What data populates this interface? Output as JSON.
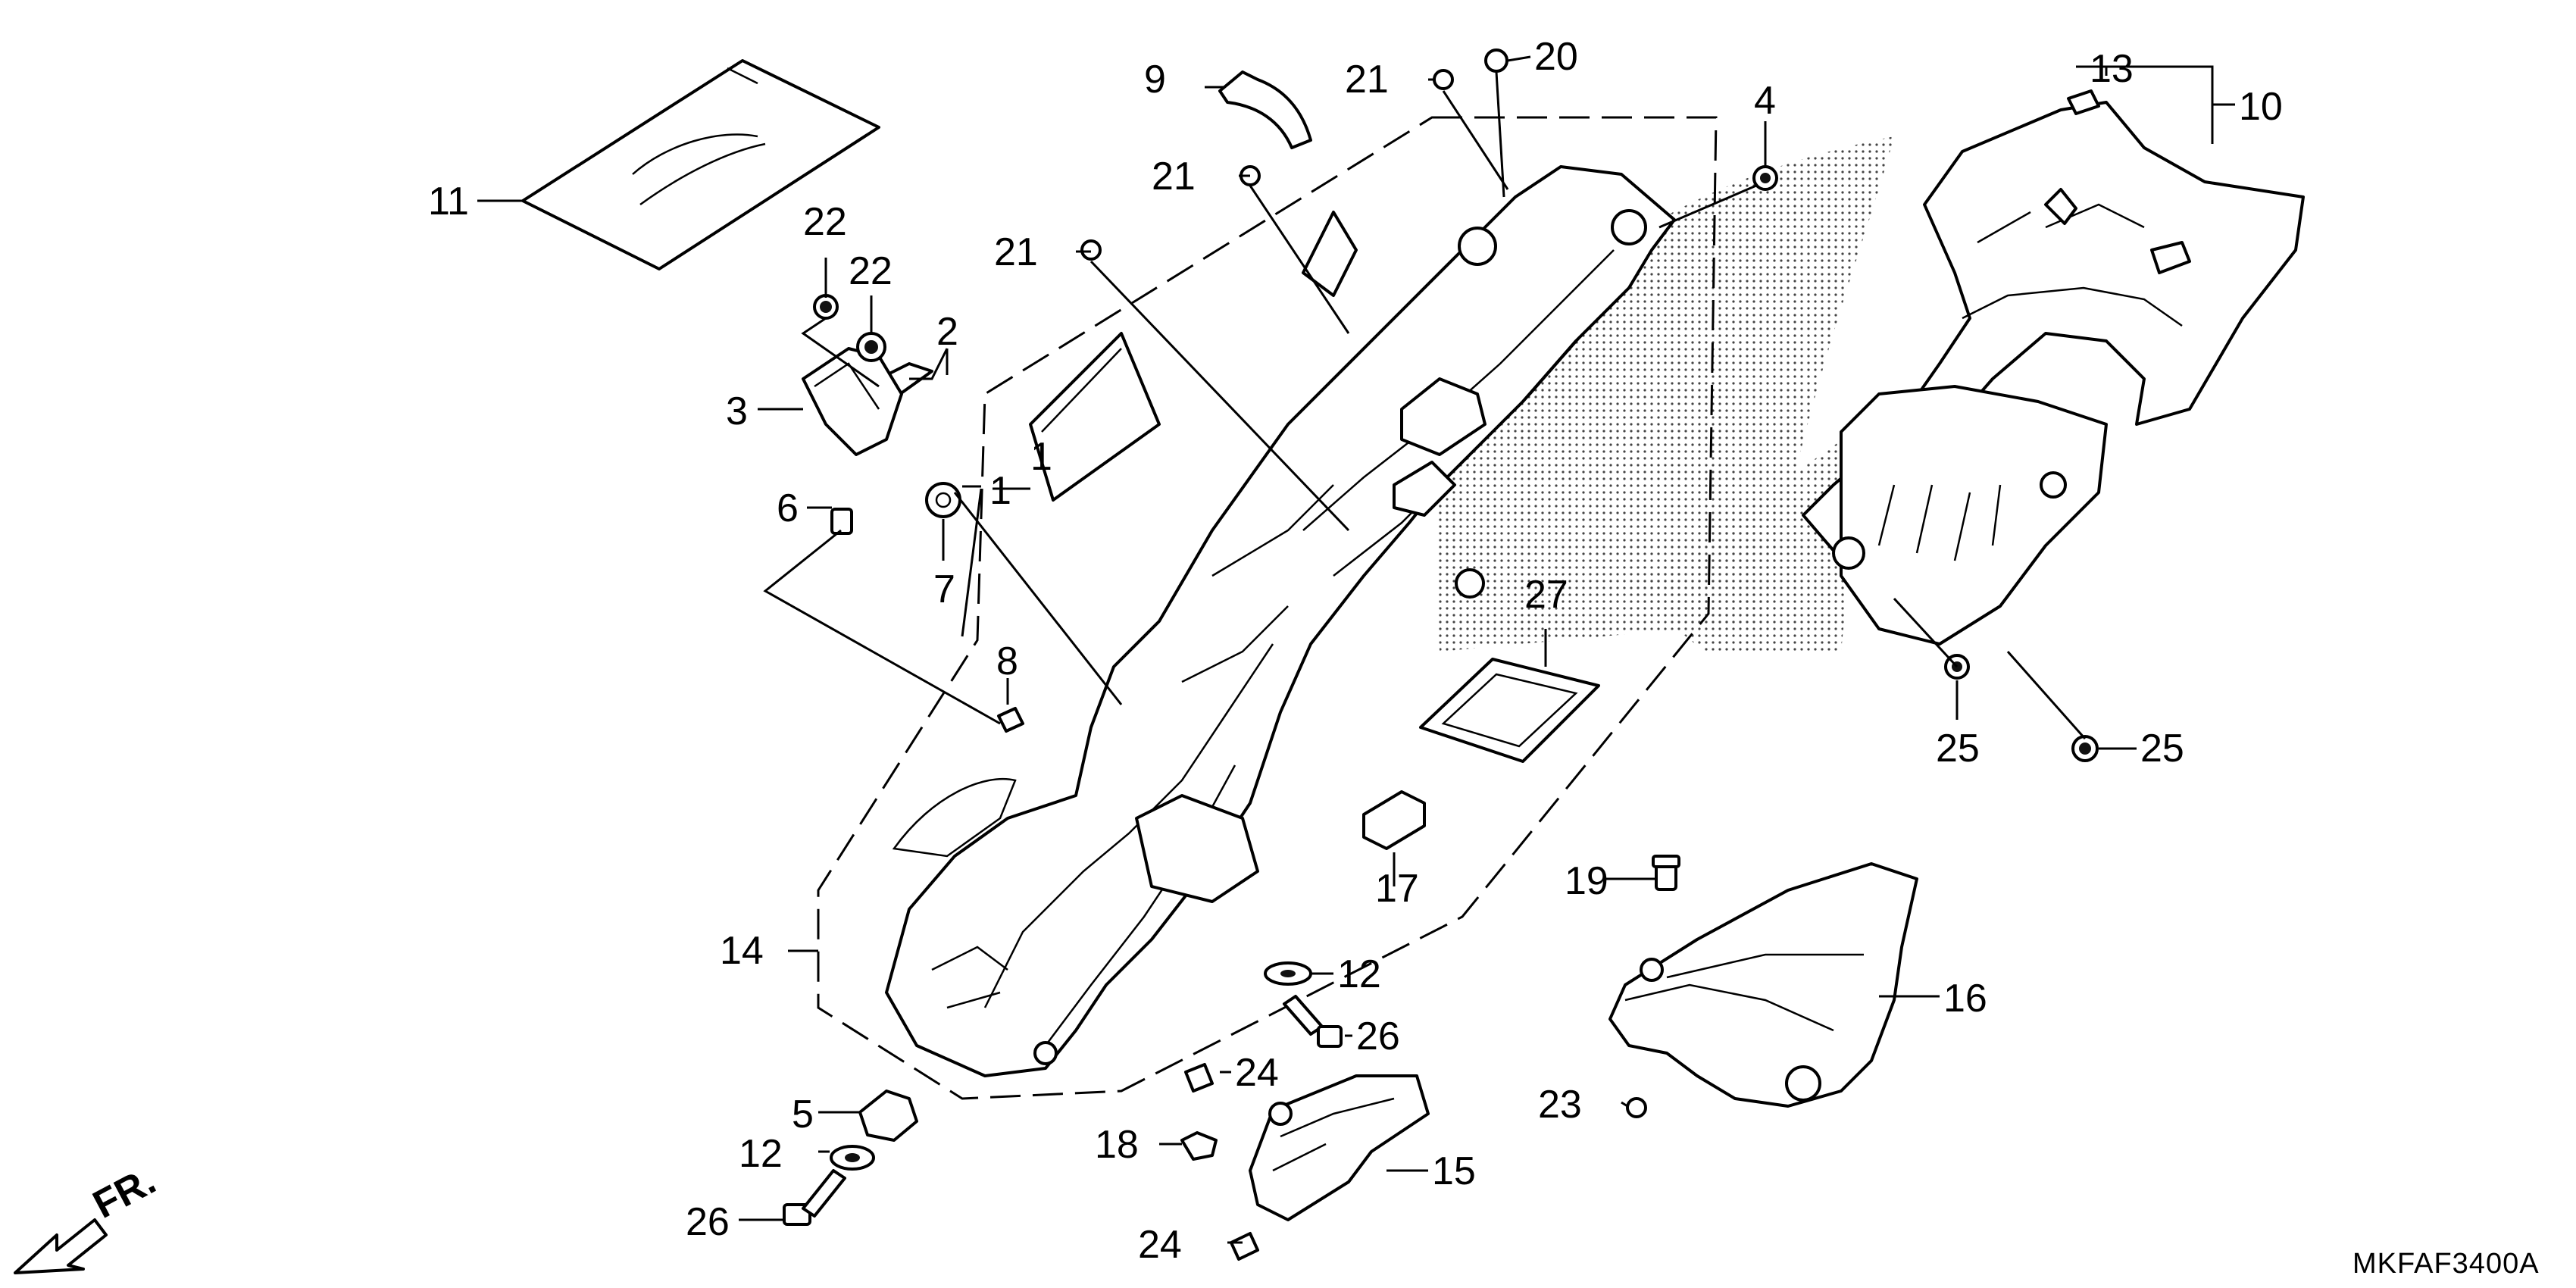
{
  "diagram": {
    "code": "MKFAF3400A",
    "direction": "FR.",
    "callouts": {
      "c1": "1",
      "c1b": "1",
      "c2": "2",
      "c3": "3",
      "c4": "4",
      "c5": "5",
      "c6": "6",
      "c7": "7",
      "c8": "8",
      "c9": "9",
      "c10": "10",
      "c11": "11",
      "c12a": "12",
      "c12b": "12",
      "c13": "13",
      "c14": "14",
      "c15": "15",
      "c16": "16",
      "c17": "17",
      "c18": "18",
      "c19": "19",
      "c20": "20",
      "c21a": "21",
      "c21b": "21",
      "c21c": "21",
      "c22a": "22",
      "c22b": "22",
      "c23": "23",
      "c24a": "24",
      "c24b": "24",
      "c25a": "25",
      "c25b": "25",
      "c26a": "26",
      "c26b": "26",
      "c27": "27"
    }
  }
}
